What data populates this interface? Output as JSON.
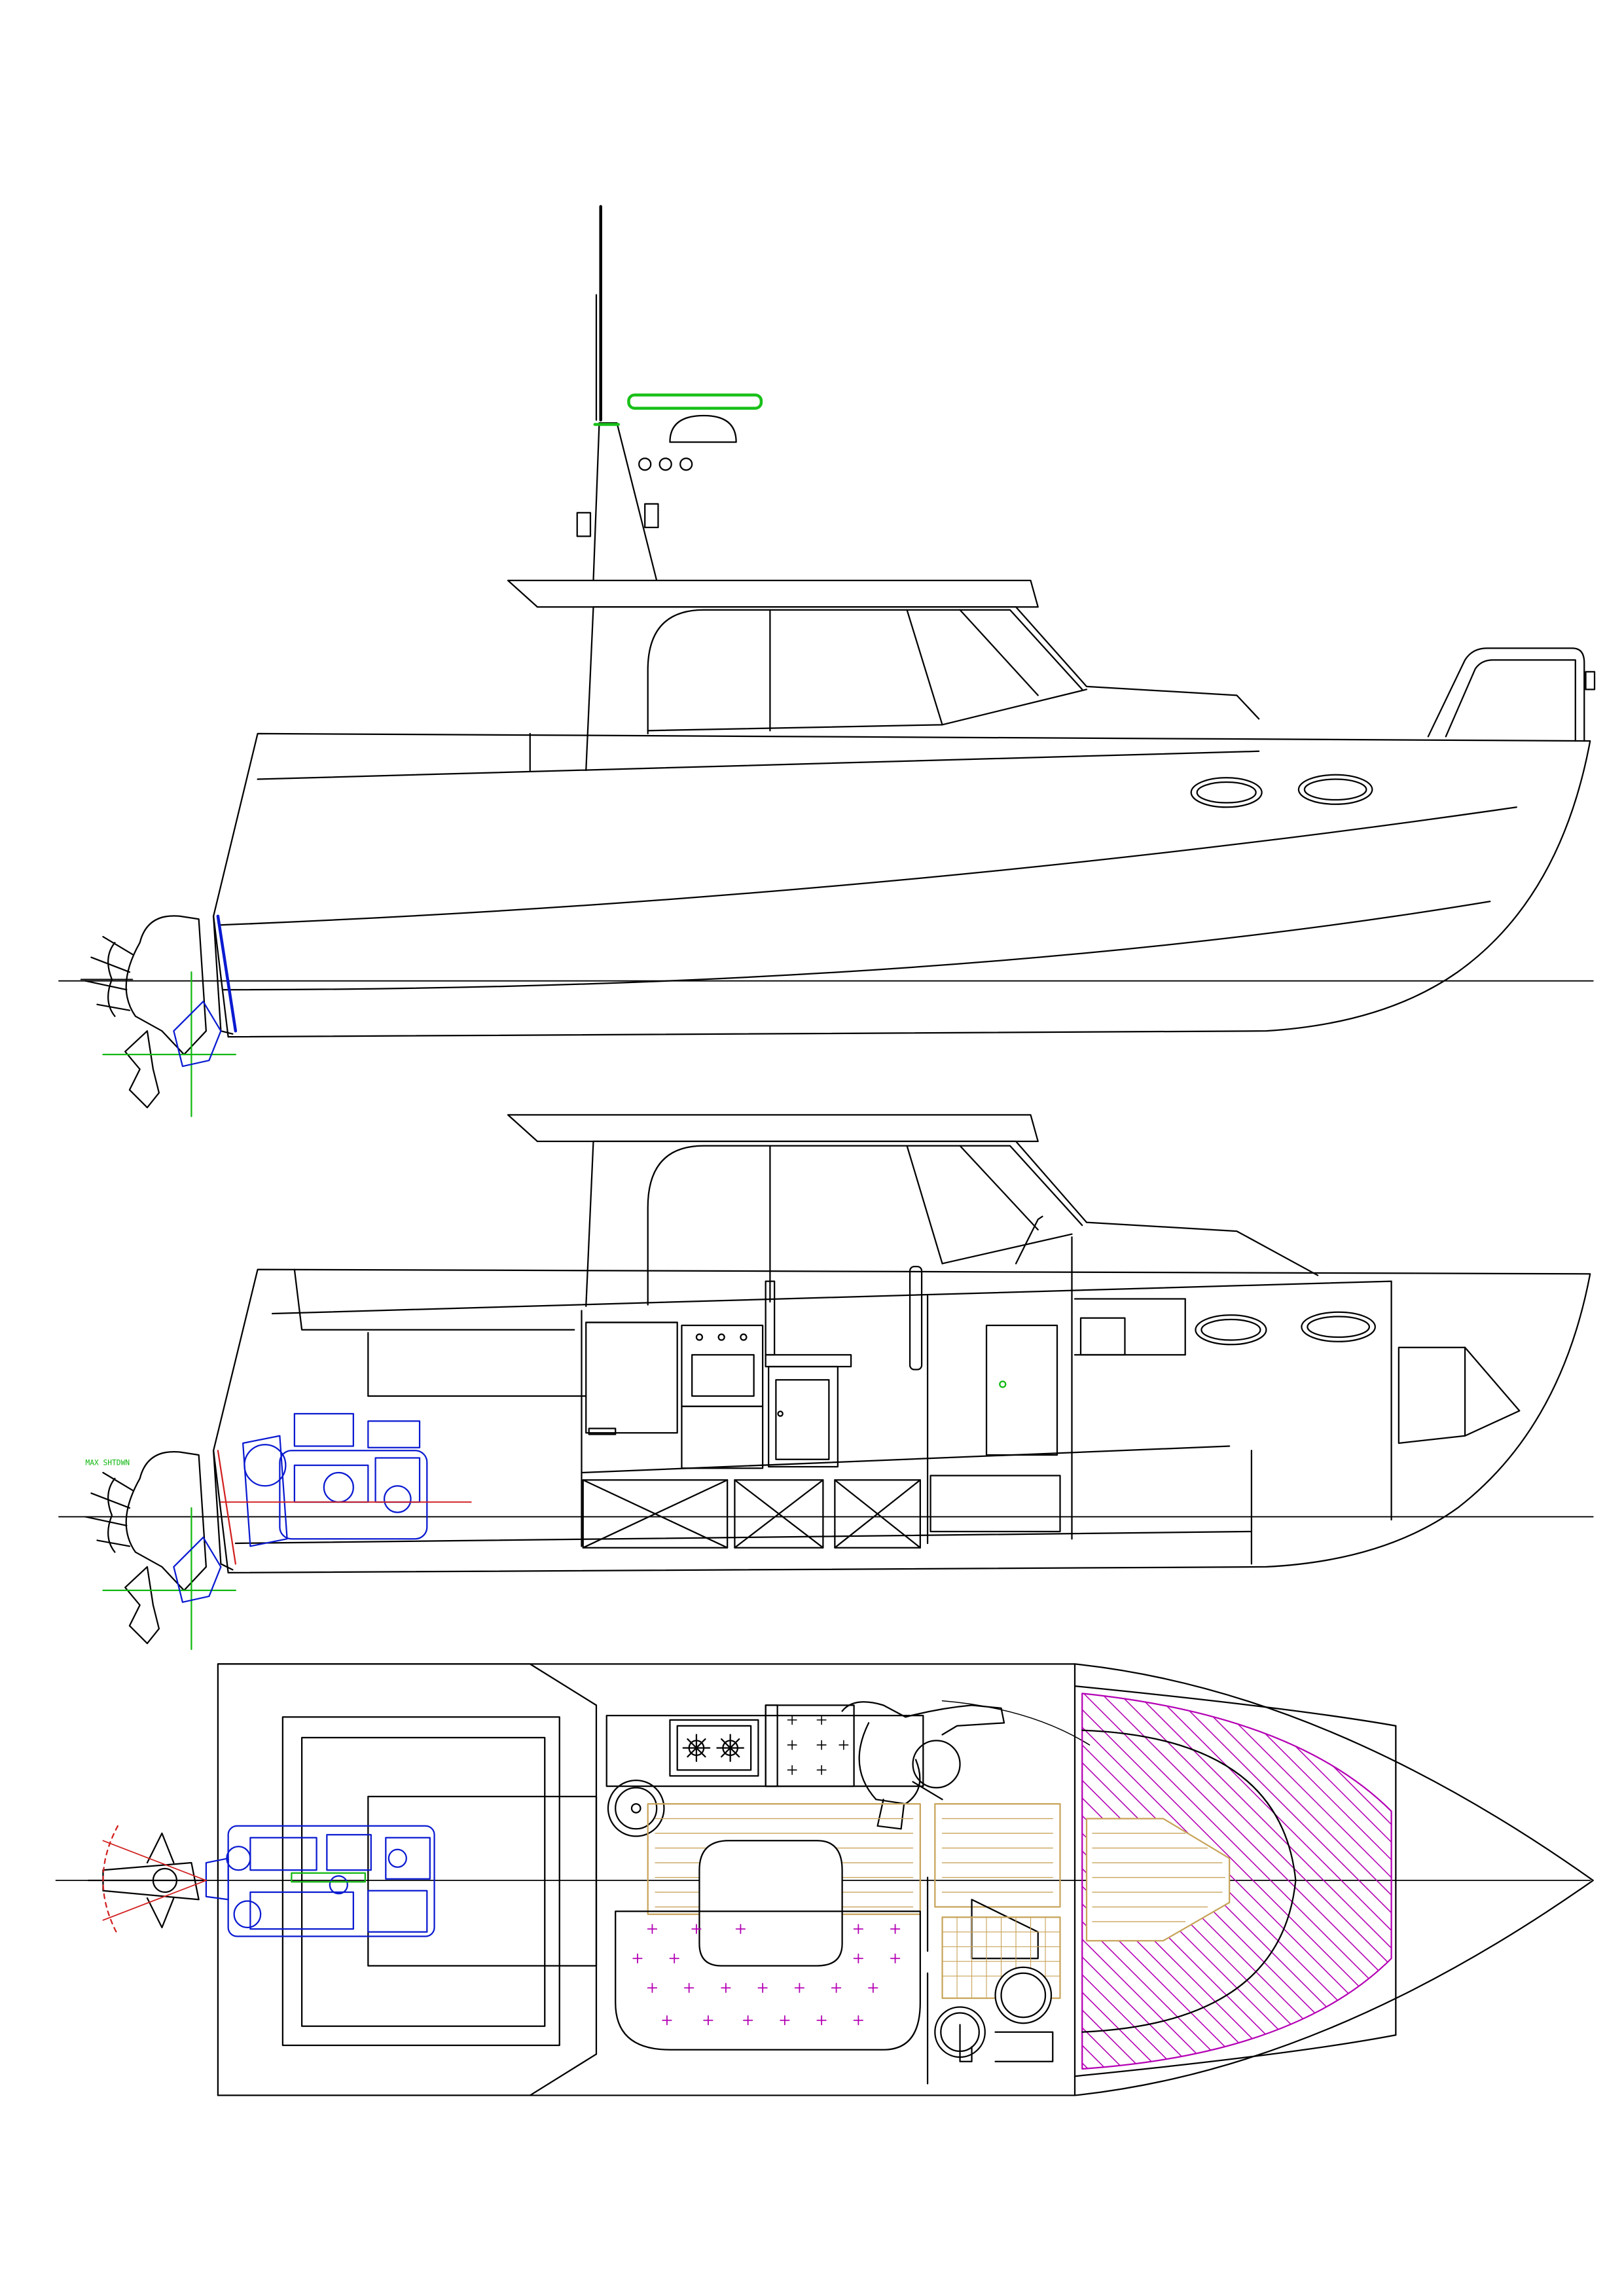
{
  "drawing": {
    "views": [
      "side-elevation",
      "section-elevation",
      "deck-plan"
    ],
    "colors": {
      "outline": "#000000",
      "engine": "#0a1ad0",
      "guide": "#11b811",
      "radar": "#18c018",
      "berth-hatch": "#b400b4",
      "teak": "#c8a45a",
      "prop-arc": "#d22020"
    },
    "engine_annotation": "MAX SHTDWN"
  }
}
